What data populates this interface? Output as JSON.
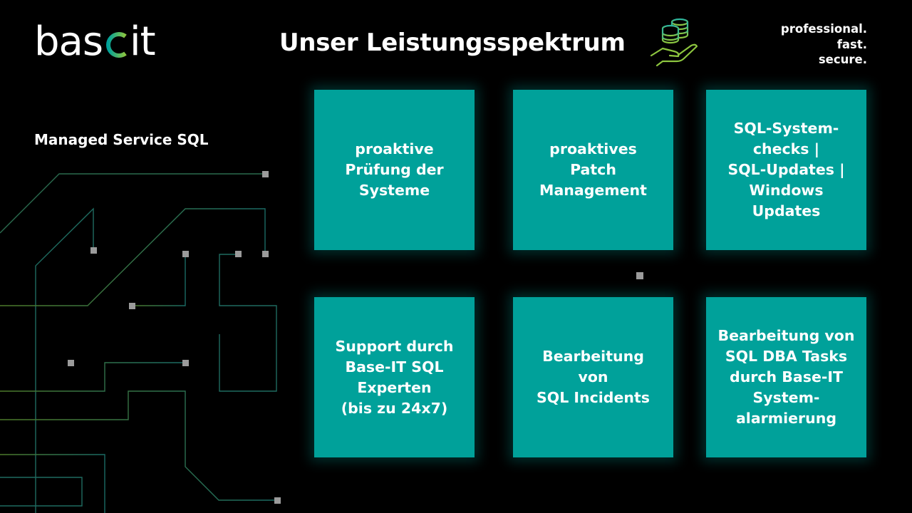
{
  "header": {
    "logo": {
      "left_text": "bas",
      "right_text": "it",
      "colors": {
        "gradient_start": "#00A19A",
        "gradient_end": "#8DC63F"
      }
    },
    "title": "Unser Leistungsspektrum",
    "icon": "hand-holding-coins-icon",
    "tagline": [
      "professional.",
      "fast.",
      "secure."
    ]
  },
  "subtitle": "Managed Service SQL",
  "tiles": [
    {
      "text": "proaktive\nPrüfung der\nSysteme"
    },
    {
      "text": "proaktives\nPatch\nManagement"
    },
    {
      "text": "SQL-System-\nchecks |\nSQL-Updates |\nWindows\nUpdates"
    },
    {
      "text": "Support durch\nBase-IT SQL\nExperten\n(bis zu 24x7)"
    },
    {
      "text": "Bearbeitung\nvon\nSQL Incidents"
    },
    {
      "text": "Bearbeitung von\nSQL DBA Tasks\ndurch Base-IT\nSystem-\nalarmierung"
    }
  ],
  "colors": {
    "tile": "#00A19A",
    "line": "#1f6b60",
    "line_green": "#4a7a2a",
    "node": "#9b9b9b"
  }
}
